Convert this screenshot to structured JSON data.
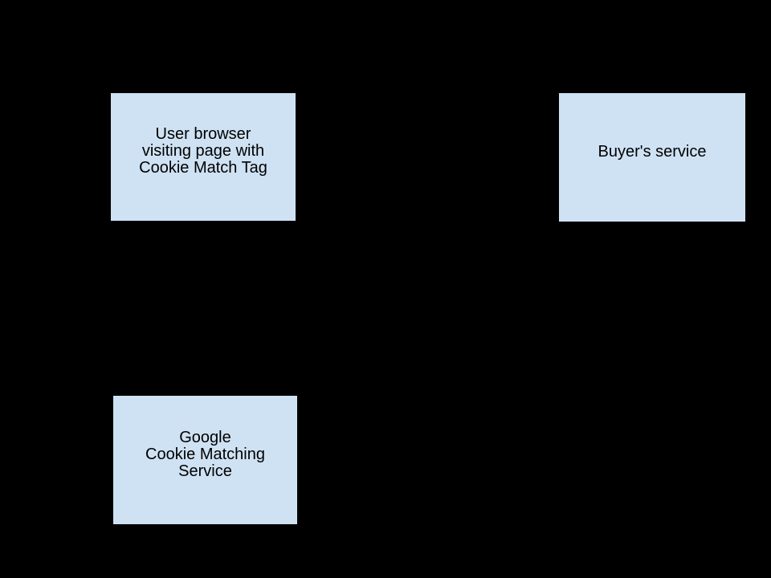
{
  "diagram": {
    "description": "Cookie matching flow diagram on black background",
    "background_color": "#000000",
    "node_fill_color": "#cfe2f3",
    "node_border_color": "#000000",
    "node_text_color": "#000000",
    "nodes": [
      {
        "id": "user-browser",
        "label_lines": {
          "0": "User browser",
          "1": "visiting page with",
          "2": "Cookie Match Tag"
        }
      },
      {
        "id": "buyers-service",
        "label_lines": {
          "0": "Buyer's service"
        }
      },
      {
        "id": "google-cookie-matching-service",
        "label_lines": {
          "0": "Google",
          "1": "Cookie Matching",
          "2": "Service"
        }
      }
    ]
  }
}
